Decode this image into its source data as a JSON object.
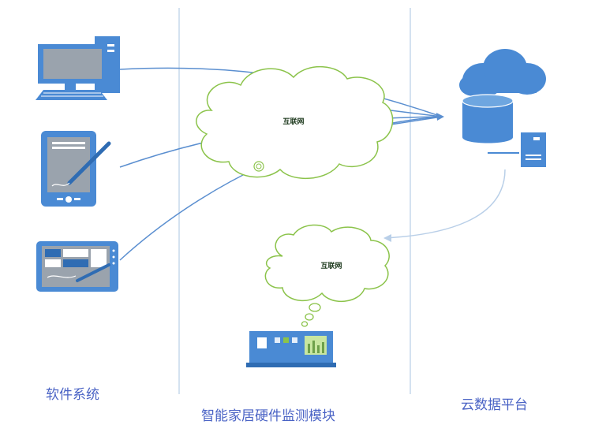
{
  "columns": {
    "software": "软件系统",
    "hardware": "智能家居硬件监测模块",
    "cloud": "云数据平台"
  },
  "clouds": {
    "main_label": "互联网",
    "small_label": "互联网"
  },
  "colors": {
    "device_blue": "#4a8ad4",
    "device_dark": "#2f6cb3",
    "line_blue": "#5b8fd0",
    "divider": "#c5d8ec",
    "cloud_stroke": "#8bc34a",
    "label_text": "#4a63c5"
  },
  "icons": {
    "desktop": "desktop-computer-icon",
    "tablet": "tablet-stylus-icon",
    "touch_panel": "touch-panel-icon",
    "cloud_server": "cloud-database-icon",
    "hardware_device": "hardware-monitor-device-icon"
  }
}
